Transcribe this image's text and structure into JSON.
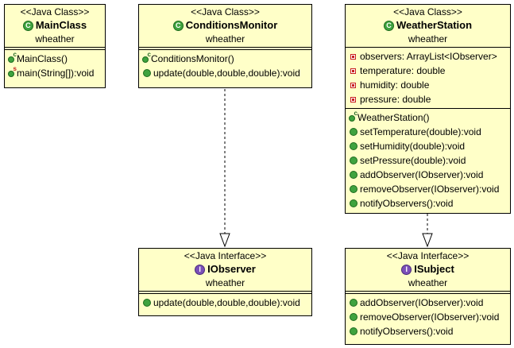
{
  "classes": {
    "main_class": {
      "stereotype": "<<Java Class>>",
      "name": "MainClass",
      "package": "wheather",
      "methods": [
        {
          "icon": "constructor-icon",
          "text": "MainClass()"
        },
        {
          "icon": "static-method-icon",
          "text": "main(String[]):void"
        }
      ]
    },
    "conditions_monitor": {
      "stereotype": "<<Java Class>>",
      "name": "ConditionsMonitor",
      "package": "wheather",
      "methods": [
        {
          "icon": "constructor-icon",
          "text": "ConditionsMonitor()"
        },
        {
          "icon": "method-icon",
          "text": "update(double,double,double):void"
        }
      ]
    },
    "weather_station": {
      "stereotype": "<<Java Class>>",
      "name": "WeatherStation",
      "package": "wheather",
      "fields": [
        {
          "icon": "private-field-icon",
          "text": "observers: ArrayList<IObserver>"
        },
        {
          "icon": "private-field-icon",
          "text": "temperature: double"
        },
        {
          "icon": "private-field-icon",
          "text": "humidity: double"
        },
        {
          "icon": "private-field-icon",
          "text": "pressure: double"
        }
      ],
      "methods": [
        {
          "icon": "constructor-icon",
          "text": "WeatherStation()"
        },
        {
          "icon": "method-icon",
          "text": "setTemperature(double):void"
        },
        {
          "icon": "method-icon",
          "text": "setHumidity(double):void"
        },
        {
          "icon": "method-icon",
          "text": "setPressure(double):void"
        },
        {
          "icon": "method-icon",
          "text": "addObserver(IObserver):void"
        },
        {
          "icon": "method-icon",
          "text": "removeObserver(IObserver):void"
        },
        {
          "icon": "method-icon",
          "text": "notifyObservers():void"
        }
      ]
    }
  },
  "interfaces": {
    "iobserver": {
      "stereotype": "<<Java Interface>>",
      "name": "IObserver",
      "package": "wheather",
      "methods": [
        {
          "icon": "method-icon",
          "text": "update(double,double,double):void"
        }
      ]
    },
    "isubject": {
      "stereotype": "<<Java Interface>>",
      "name": "ISubject",
      "package": "wheather",
      "methods": [
        {
          "icon": "method-icon",
          "text": "addObserver(IObserver):void"
        },
        {
          "icon": "method-icon",
          "text": "removeObserver(IObserver):void"
        },
        {
          "icon": "method-icon",
          "text": "notifyObservers():void"
        }
      ]
    }
  },
  "icons": {
    "class": "C",
    "interface": "I",
    "constructor_mark": "c",
    "static_mark": "s"
  },
  "colors": {
    "box_fill": "#ffffc8",
    "border": "#000000",
    "method_green": "#3fa33f",
    "field_red": "#c81e1e",
    "interface_purple": "#7b4fb8"
  },
  "relations": [
    {
      "from": "ConditionsMonitor",
      "to": "IObserver",
      "kind": "realization"
    },
    {
      "from": "WeatherStation",
      "to": "ISubject",
      "kind": "realization"
    }
  ]
}
